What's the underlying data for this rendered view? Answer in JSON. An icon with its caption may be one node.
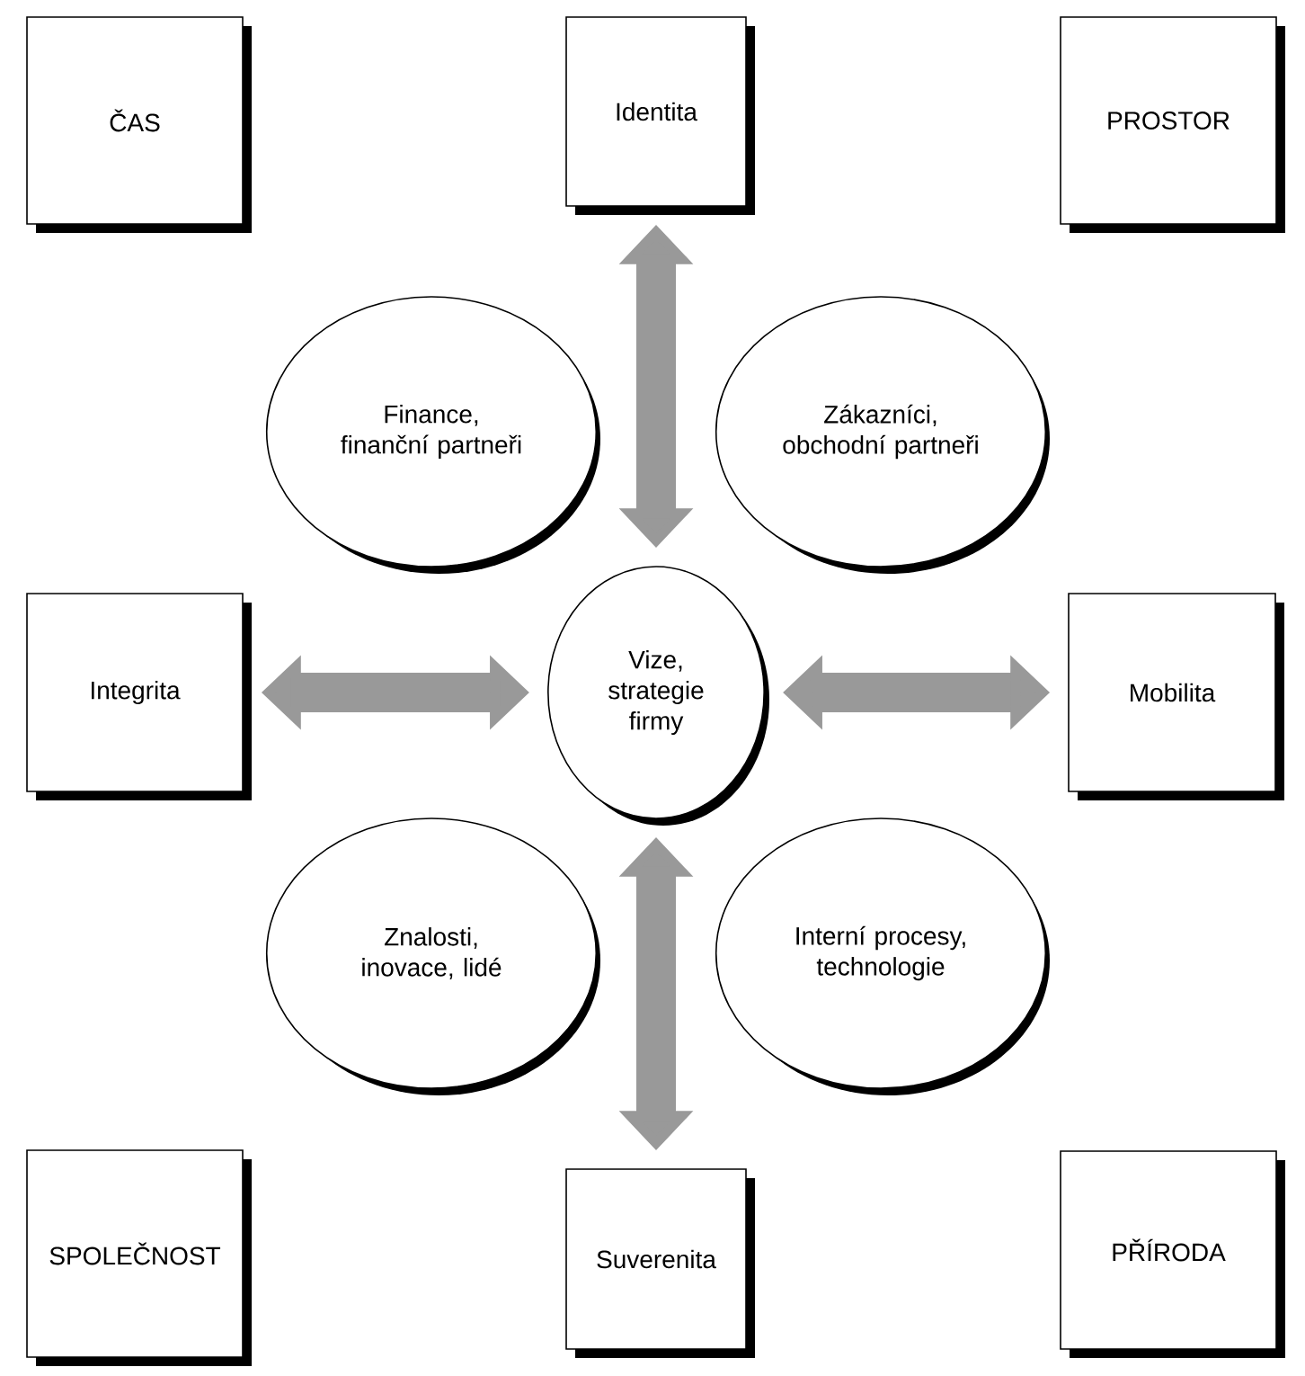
{
  "diagram": {
    "nodes": [
      {
        "text": [
          "ČAS"
        ]
      },
      {
        "text": [
          "Identita"
        ]
      },
      {
        "text": [
          "PROSTOR"
        ]
      },
      {
        "text": [
          "Finance, finanční partneři"
        ]
      },
      {
        "text": [
          "Zákazníci, obchodní partneři"
        ]
      },
      {
        "text": [
          "Integrita"
        ]
      },
      {
        "text": [
          "Vize, strategie firmy"
        ]
      },
      {
        "text": [
          "Mobilita"
        ]
      },
      {
        "text": [
          "Znalosti, inovace, lidé"
        ]
      },
      {
        "text": [
          "Interní procesy, technologie"
        ]
      },
      {
        "text": [
          "SPOLEČNOST"
        ]
      },
      {
        "text": [
          "Suverenita"
        ]
      },
      {
        "text": [
          "PŘÍRODA"
        ]
      }
    ],
    "edges": [
      {
        "from": 1,
        "to": 6,
        "arrow": "both"
      },
      {
        "from": 5,
        "to": 6,
        "arrow": "both"
      },
      {
        "from": 6,
        "to": 7,
        "arrow": "both"
      },
      {
        "from": 6,
        "to": 11,
        "arrow": "both"
      }
    ]
  }
}
